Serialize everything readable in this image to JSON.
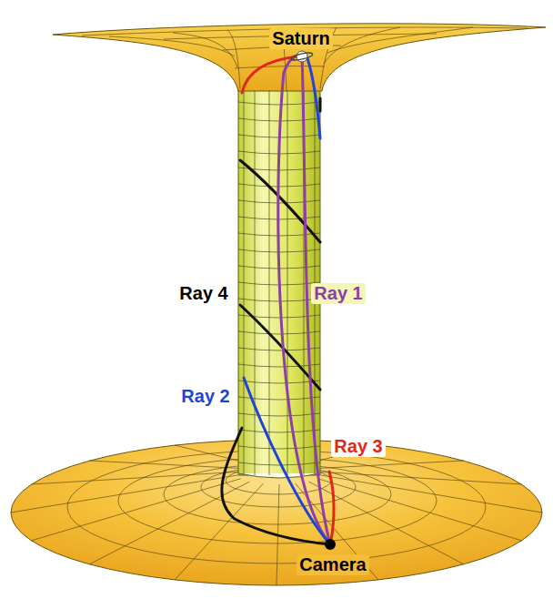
{
  "diagram": {
    "labels": [
      "Saturn",
      "Ray 4",
      "Ray 1",
      "Ray 2",
      "Ray 3",
      "Camera"
    ]
  }
}
